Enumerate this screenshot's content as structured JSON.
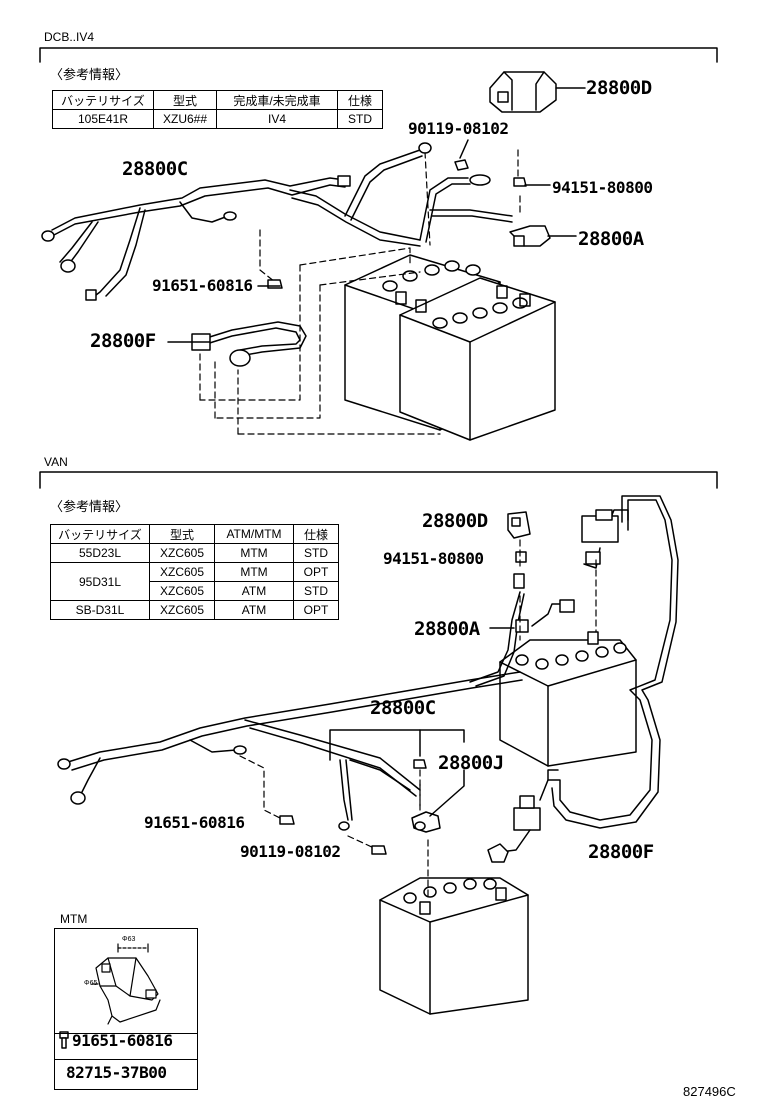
{
  "sections": {
    "top": {
      "title": "DCB..IV4",
      "ref_label": "〈参考情報〉"
    },
    "bottom": {
      "title": "VAN",
      "ref_label": "〈参考情報〉"
    }
  },
  "table_top": {
    "headers": [
      "バッテリサイズ",
      "型式",
      "完成車/未完成車",
      "仕様"
    ],
    "rows": [
      [
        "105E41R",
        "XZU6##",
        "IV4",
        "STD"
      ]
    ]
  },
  "table_bottom": {
    "headers": [
      "バッテリサイズ",
      "型式",
      "ATM/MTM",
      "仕様"
    ],
    "rows": [
      [
        "55D23L",
        "XZC605",
        "MTM",
        "STD"
      ],
      [
        "95D31L",
        "XZC605",
        "MTM",
        "OPT"
      ],
      [
        "",
        "XZC605",
        "ATM",
        "STD"
      ],
      [
        "SB-D31L",
        "XZC605",
        "ATM",
        "OPT"
      ]
    ]
  },
  "labels_top": {
    "p28800D": "28800D",
    "p90119": "90119-08102",
    "p28800C": "28800C",
    "p94151": "94151-80800",
    "p28800A": "28800A",
    "p91651": "91651-60816",
    "p28800F": "28800F"
  },
  "labels_bottom": {
    "p28800D": "28800D",
    "p94151": "94151-80800",
    "p28800A": "28800A",
    "p28800C": "28800C",
    "p28800J": "28800J",
    "p91651": "91651-60816",
    "p90119": "90119-08102",
    "p28800F": "28800F"
  },
  "inset": {
    "title": "MTM",
    "dim_a": "Φ63",
    "dim_b": "Φ65",
    "bolt": "91651-60816",
    "bracket": "82715-37B00"
  },
  "figure_number": "827496C"
}
